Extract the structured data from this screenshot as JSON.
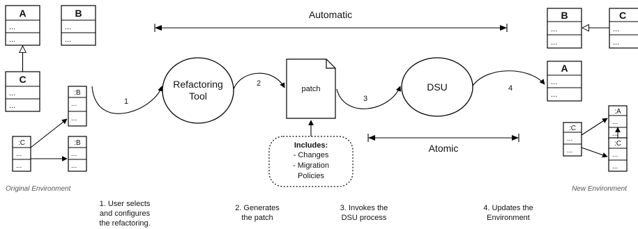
{
  "classes": {
    "left_a": {
      "name": "A",
      "attrs": "...",
      "methods": "..."
    },
    "left_b": {
      "name": "B",
      "attrs": "...",
      "methods": "..."
    },
    "left_c": {
      "name": "C",
      "attrs": "...",
      "methods": "..."
    },
    "right_b": {
      "name": "B",
      "attrs": "...",
      "methods": "..."
    },
    "right_c": {
      "name": "C",
      "attrs": "...",
      "methods": "..."
    },
    "right_a": {
      "name": "A",
      "attrs": "...",
      "methods": "..."
    }
  },
  "objects": {
    "left_b1": {
      "name": ":B",
      "row1": "...",
      "row2": "..."
    },
    "left_b2": {
      "name": ":B",
      "row1": "...",
      "row2": "..."
    },
    "left_c": {
      "name": ":C",
      "row1": "...",
      "row2": "..."
    },
    "right_c": {
      "name": ":C",
      "row1": "...",
      "row2": "..."
    },
    "right_a": {
      "name": ":A",
      "row1": "...",
      "row2": "..."
    },
    "right_c2": {
      "name": ":C",
      "row1": "...",
      "row2": "..."
    }
  },
  "labels": {
    "automatic": "Automatic",
    "atomic": "Atomic",
    "refactoring_tool": [
      "Refactoring",
      "Tool"
    ],
    "patch": "patch",
    "dsu": "DSU",
    "original_env": "Original Environment",
    "new_env": "New Environment"
  },
  "includes": {
    "title": "Includes:",
    "lines": [
      "- Changes",
      "- Migration",
      "Policies"
    ]
  },
  "steps": [
    {
      "num": "1",
      "caption": [
        "1. User selects",
        "and configures",
        "the refactoring."
      ]
    },
    {
      "num": "2",
      "caption": [
        "2. Generates",
        "the patch"
      ]
    },
    {
      "num": "3",
      "caption": [
        "3. Invokes the",
        "DSU process"
      ]
    },
    {
      "num": "4",
      "caption": [
        "4. Updates the",
        "Environment"
      ]
    }
  ]
}
